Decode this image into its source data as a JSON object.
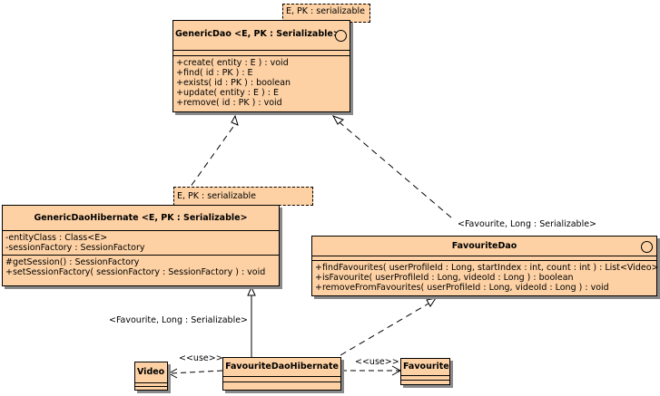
{
  "generic_dao": {
    "type_params": "E, PK : serializable",
    "name": "GenericDao <E, PK : Serializable>",
    "operations": [
      "+create( entity : E ) : void",
      "+find( id : PK ) : E",
      "+exists( id : PK ) : boolean",
      "+update( entity : E ) : E",
      "+remove( id : PK ) : void"
    ]
  },
  "generic_dao_hibernate": {
    "type_params": "E, PK : serializable",
    "name": "GenericDaoHibernate <E, PK : Serializable>",
    "attributes": [
      "-entityClass : Class<E>",
      "-sessionFactory : SessionFactory"
    ],
    "operations": [
      "#getSession() : SessionFactory",
      "+setSessionFactory( sessionFactory : SessionFactory ) : void"
    ]
  },
  "favourite_dao": {
    "name": "FavouriteDao",
    "operations": [
      "+findFavourites( userProfileId : Long, startIndex : int, count : int ) : List<Video>",
      "+isFavourite( userProfileId : Long, videoId : Long ) : boolean",
      "+removeFromFavourites( userProfileId : Long, videoId : Long ) : void"
    ]
  },
  "favourite_dao_hibernate": {
    "name": "FavouriteDaoHibernate"
  },
  "video": {
    "name": "Video"
  },
  "favourite": {
    "name": "Favourite"
  },
  "labels": {
    "binding_dao": "<Favourite, Long : Serializable>",
    "binding_hibernate": "<Favourite, Long : Serializable>",
    "use_video": "<<use>>",
    "use_favourite": "<<use>>"
  }
}
